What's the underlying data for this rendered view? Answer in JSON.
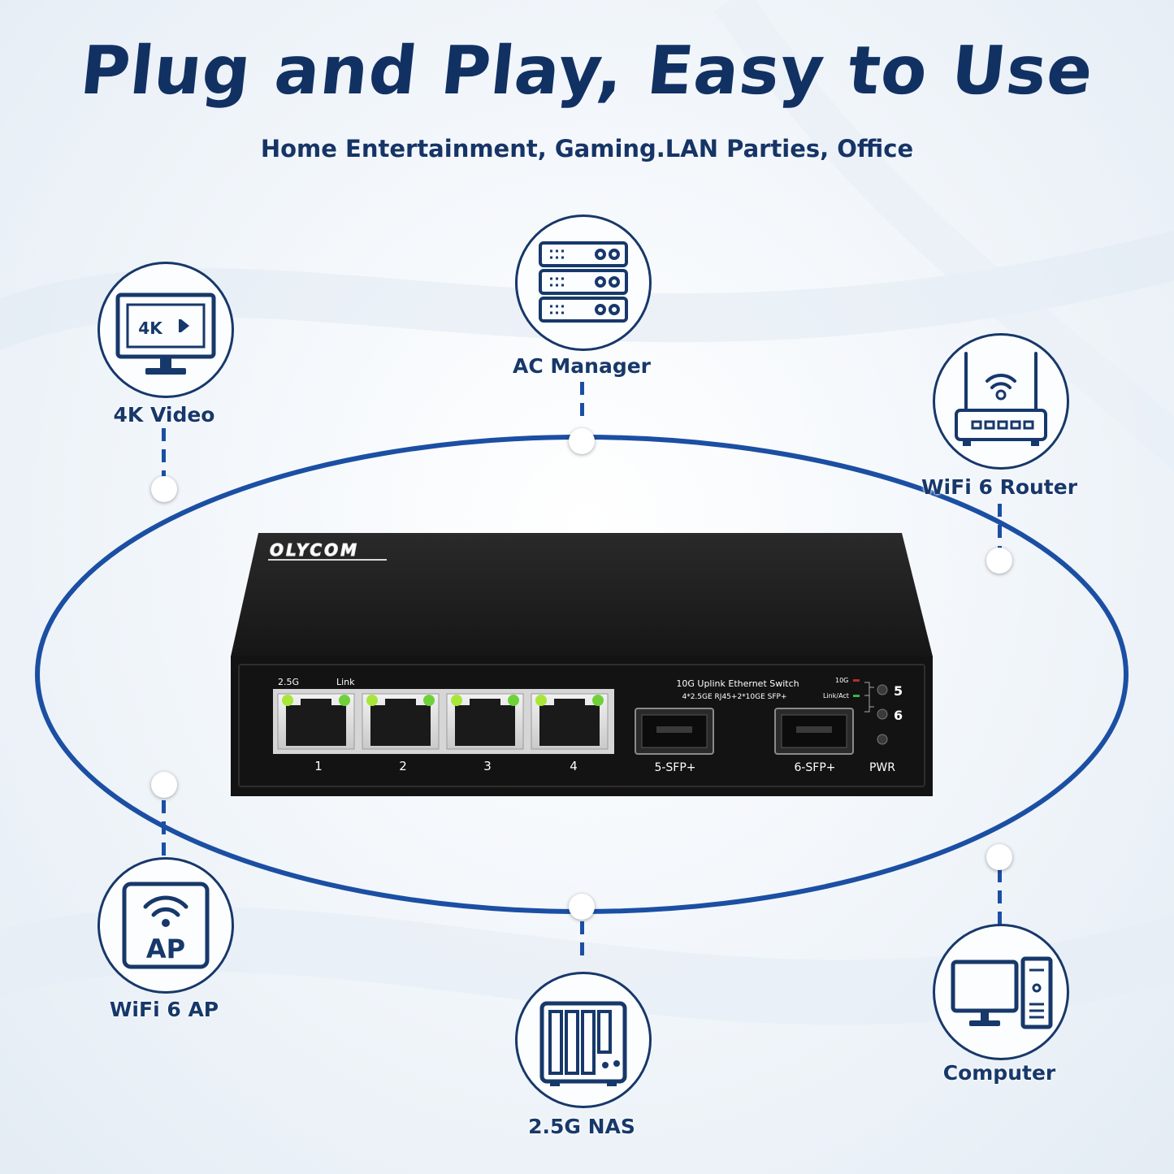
{
  "headline": "Plug and Play, Easy to Use",
  "subheadline": "Home Entertainment, Gaming.LAN Parties, Office",
  "nodes": {
    "video": {
      "label": "4K Video",
      "icon": "monitor-4k-icon",
      "screen_text": "4K"
    },
    "ac": {
      "label": "AC Manager",
      "icon": "server-rack-icon"
    },
    "router": {
      "label": "WiFi 6 Router",
      "icon": "wifi-router-icon"
    },
    "ap": {
      "label": "WiFi 6 AP",
      "icon": "access-point-icon",
      "badge": "AP"
    },
    "nas": {
      "label": "2.5G NAS",
      "icon": "nas-storage-icon"
    },
    "computer": {
      "label": "Computer",
      "icon": "desktop-computer-icon"
    }
  },
  "switch": {
    "brand": "OLYCOM",
    "led_speed_label": "2.5G",
    "led_link_label": "Link",
    "title": "10G Uplink Ethernet Switch",
    "spec": "4*2.5GE RJ45+2*10GE SFP+",
    "port_labels": [
      "1",
      "2",
      "3",
      "4"
    ],
    "sfp_labels": [
      "5-SFP+",
      "6-SFP+"
    ],
    "led_10g_label": "10G",
    "led_linkact_label": "Link/Act",
    "sfp_led_numbers": [
      "5",
      "6"
    ],
    "pwr_label": "PWR"
  },
  "colors": {
    "navy": "#123163",
    "ring": "#1b4fa3",
    "led_green": "#9be23a",
    "chassis": "#141414"
  }
}
